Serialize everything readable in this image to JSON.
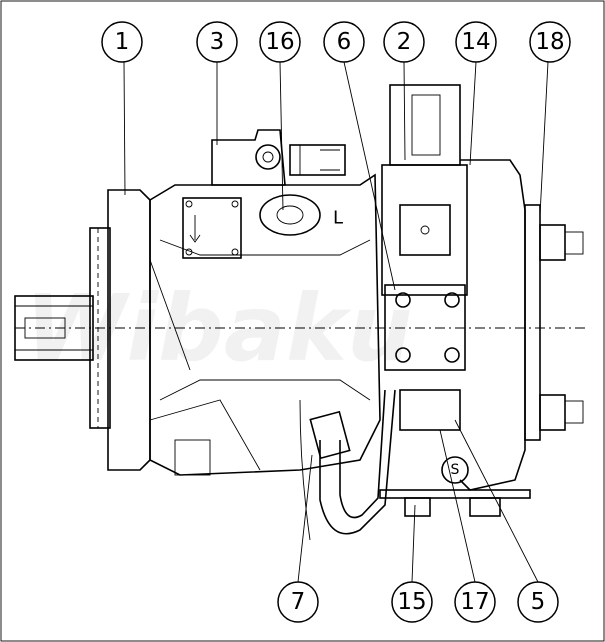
{
  "watermark": "Wibaku",
  "port_labels": {
    "L": "L",
    "S": "S"
  },
  "callouts_top": [
    "1",
    "3",
    "16",
    "6",
    "2",
    "14",
    "18"
  ],
  "callouts_bottom": [
    "7",
    "15",
    "17",
    "5"
  ]
}
